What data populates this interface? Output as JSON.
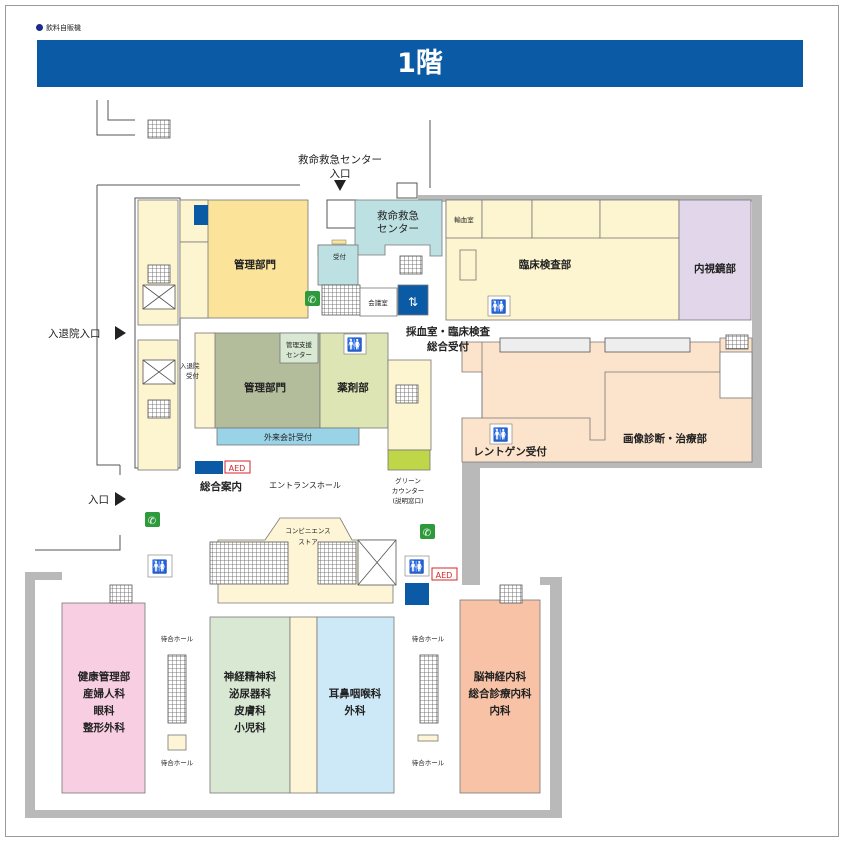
{
  "legend": {
    "vending": "飲料自販機"
  },
  "floor_title": "1階",
  "colors": {
    "banner": "#0b5aa5",
    "admin_yellow": "#fbe49a",
    "admin_green": "#b3bd9c",
    "pharmacy": "#dde5b5",
    "emergency": "#bde1e3",
    "lab": "#fdf5d0",
    "endoscopy": "#e2d7ea",
    "imaging": "#fce3cc",
    "clinic_pink": "#f8cee2",
    "clinic_green": "#d8e8d2",
    "clinic_blue": "#cde8f7",
    "clinic_orange": "#f8c2a6",
    "green_counter": "#bfd649",
    "cashier": "#99d3e8",
    "corridor_yellow": "#fdf5d5"
  },
  "rooms": {
    "admin1": "管理部門",
    "admin2": "管理部門",
    "admin_support": [
      "管理支援",
      "センター"
    ],
    "pharmacy": "薬剤部",
    "cashier": "外来会計受付",
    "emergency": [
      "救命救急",
      "センター"
    ],
    "reception": "受付",
    "meeting": "会議室",
    "transfusion": "輸血室",
    "lab": "臨床検査部",
    "endoscopy": "内視鏡部",
    "blood_lab": [
      "採血室・臨床検査",
      "総合受付"
    ],
    "imaging": "画像診断・治療部",
    "xray_reception": "レントゲン受付",
    "admission_desk": [
      "入退院",
      "受付"
    ],
    "info": "総合案内",
    "entrance_hall": "エントランスホール",
    "green_counter": [
      "グリーン",
      "カウンター",
      "(説明窓口)"
    ],
    "store": [
      "コンビニエンス",
      "ストア"
    ],
    "health": [
      "健康管理部",
      "産婦人科",
      "眼科",
      "整形外科"
    ],
    "neuro": [
      "神経精神科",
      "泌尿器科",
      "皮膚科",
      "小児科"
    ],
    "ent": [
      "耳鼻咽喉科",
      "外科"
    ],
    "brain": [
      "脳神経内科",
      "総合診療内科",
      "内科"
    ],
    "waiting1a": "待合ホール",
    "waiting1b": "待合ホール",
    "waiting2a": "待合ホール",
    "waiting2b": "待合ホール"
  },
  "entrances": {
    "emergency": [
      "救命救急センター",
      "入口"
    ],
    "admission": "入退院入口",
    "main": "入口"
  },
  "aed_labels": [
    "AED",
    "AED"
  ],
  "icons": [
    "phone-icon",
    "restroom-icon",
    "elevator-icon",
    "arrow-right-icon",
    "arrow-down-icon",
    "stairs-icon",
    "vending-machine-icon"
  ]
}
